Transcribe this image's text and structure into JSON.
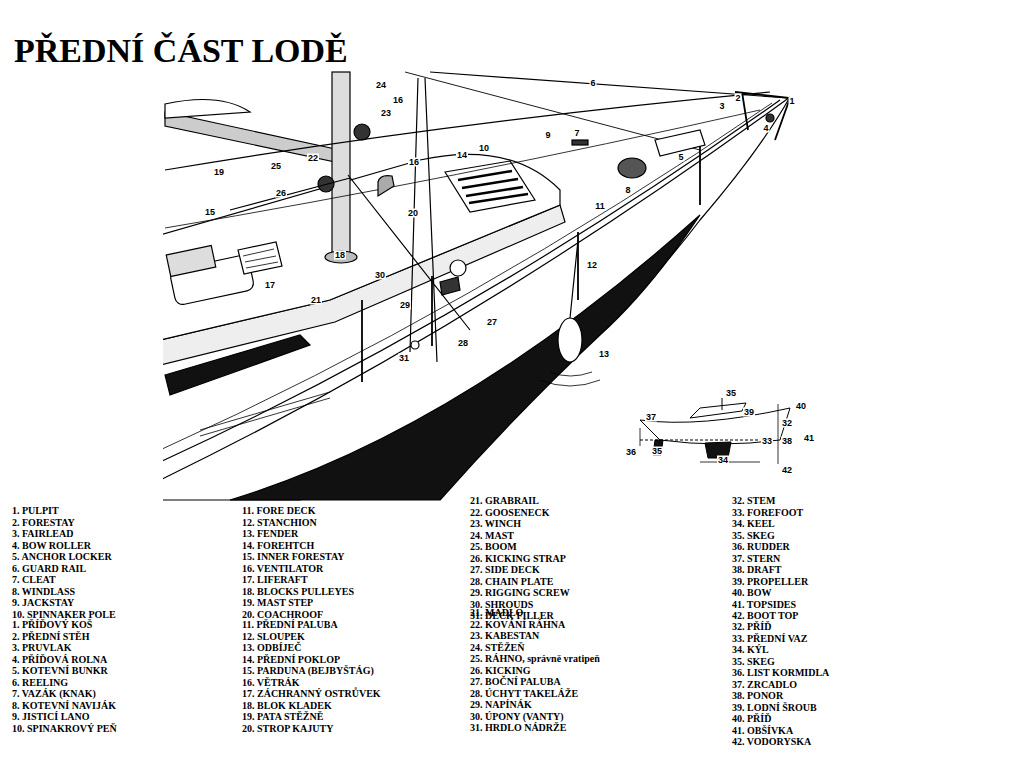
{
  "diagram": {
    "title": "PŘEDNÍ ČÁST LODĚ",
    "labels": [
      "24",
      "23",
      "16",
      "6",
      "1",
      "2",
      "3",
      "4",
      "22",
      "21",
      "25",
      "19",
      "26",
      "15",
      "16",
      "14",
      "10",
      "9",
      "7",
      "8",
      "5",
      "11",
      "12",
      "13",
      "18",
      "20",
      "30",
      "29",
      "27",
      "28",
      "31",
      "17",
      "35",
      "40",
      "37",
      "39",
      "32",
      "33",
      "38",
      "41",
      "36",
      "35",
      "34",
      "42",
      "1. PULPIT",
      "2. FORESTAY",
      "3. FAIRLEAD",
      "4. BOW ROLLER",
      "5. ANCHOR LOCKER",
      "6. GUARD RAIL",
      "7. CLEAT",
      "8. WINDLASS",
      "9. JACKSTAY",
      "10. SPINNAKER POLE",
      "11. FORE DECK",
      "12. STANCHION",
      "13. FENDER",
      "14. FOREHTCH",
      "15. INNER FORESTAY",
      "16. VENTILATOR",
      "17. LIFERAFT",
      "18. BLOCKS PULLEYES",
      "19. MAST STEP",
      "20. COACHROOF",
      "21. GRABRAIL",
      "22. GOOSENECK",
      "23. WINCH",
      "24. MAST",
      "25. BOOM",
      "26. KICKING STRAP",
      "27. SIDE DECK",
      "28. CHAIN PLATE",
      "29. RIGGING SCREW",
      "30. SHROUDS",
      "31. DECK FILLER",
      "32. STEM",
      "33. FOREFOOT",
      "34. KEEL",
      "35. SKEG",
      "36. RUDDER",
      "37. STERN",
      "38. DRAFT",
      "39. PROPELLER",
      "40. BOW",
      "41. TOPSIDES",
      "42. BOOT TOP",
      "1. PŘÍĎOVÝ KOŠ",
      "2. PŘEDNÍ STĚH",
      "3. PRUVLAK",
      "4. PŘÍĎOVÁ ROLNA",
      "5. KOTEVNÍ BUNKR",
      "6. REELING",
      "7. VAZÁK (KNAK)",
      "8. KOTEVNÍ NAVIJÁK",
      "9. JISTICÍ LANO",
      "10. SPINAKROVÝ PEŇ",
      "11. PŘEDNÍ PALUBA",
      "12. SLOUPEK",
      "13. ODBÍJEČ",
      "14. PŘEDNÍ POKLOP",
      "15. PARDUNA (BEJBYŠTÁG)",
      "16. VĚTRÁK",
      "17. ZÁCHRANNÝ OSTRŮVEK",
      "18. BLOK KLADEK",
      "19. PATA STĚŽNĚ",
      "20. STROP KAJUTY",
      "21. MADLO",
      "22. KOVÁNÍ RÁHNA",
      "23. KABESTAN",
      "24. STĚŽEŇ",
      "25. RÁHNO, správně vratipeň",
      "26. KICKING",
      "27. BOČNÍ PALUBA",
      "28. ÚCHYT TAKELÁŽE",
      "29. NAPÍNÁK",
      "30. ÚPONY (VANTY)",
      "31. HRDLO NÁDRŽE",
      "32. PŘÍĎ",
      "33. PŘEDNÍ VAZ",
      "34. KÝL",
      "35. SKEG",
      "36. LIST KORMIDLA",
      "37. ZRCADLO",
      "38. PONOR",
      "39. LODNÍ ŠROUB",
      "40. PŘÍĎ",
      "41. OBŠÍVKA",
      "42. VODORYSKA"
    ]
  }
}
